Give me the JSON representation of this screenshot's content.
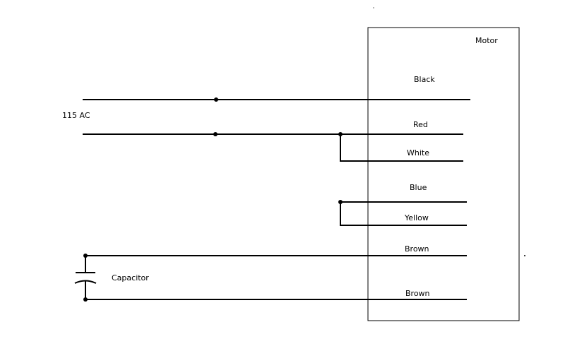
{
  "motor": {
    "label": "Motor",
    "wires": [
      {
        "key": "black",
        "label": "Black"
      },
      {
        "key": "red",
        "label": "Red"
      },
      {
        "key": "white",
        "label": "White"
      },
      {
        "key": "blue",
        "label": "Blue"
      },
      {
        "key": "yellow",
        "label": "Yellow"
      },
      {
        "key": "brown1",
        "label": "Brown"
      },
      {
        "key": "brown2",
        "label": "Brown"
      }
    ]
  },
  "supply": {
    "label": "115 AC"
  },
  "capacitor": {
    "label": "Capacitor"
  },
  "colors": {
    "line": "#000000",
    "background": "#ffffff"
  }
}
